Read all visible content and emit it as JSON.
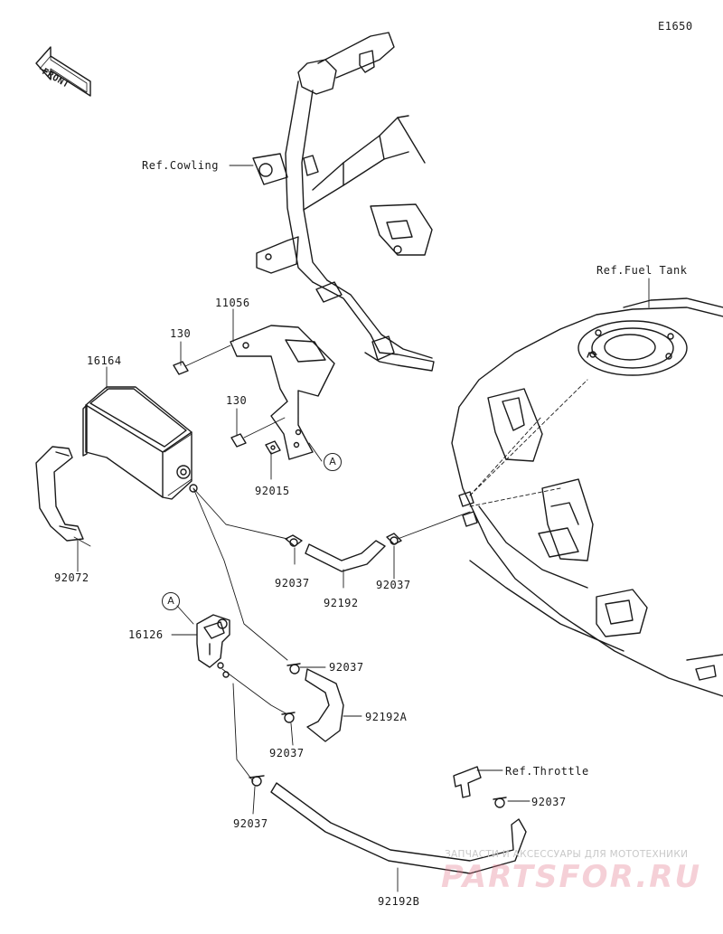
{
  "diagram_code": "E1650",
  "front_arrow": "FRONT",
  "refs": {
    "cowling": "Ref.Cowling",
    "fuel_tank": "Ref.Fuel Tank",
    "throttle": "Ref.Throttle"
  },
  "callouts": {
    "a_upper": "A",
    "a_lower": "A"
  },
  "parts": {
    "p11056": "11056",
    "p130_a": "130",
    "p130_b": "130",
    "p16164": "16164",
    "p92015": "92015",
    "p92072": "92072",
    "p92037_a": "92037",
    "p92037_b": "92037",
    "p92192": "92192",
    "p16126": "16126",
    "p92037_c": "92037",
    "p92192A": "92192A",
    "p92037_d": "92037",
    "p92037_e": "92037",
    "p92037_f": "92037",
    "p92192B": "92192B"
  },
  "watermark": {
    "tagline": "ЗАПЧАСТИ И АКСЕССУАРЫ ДЛЯ МОТОТЕХНИКИ",
    "logo": "PARTSFOR.RU"
  }
}
